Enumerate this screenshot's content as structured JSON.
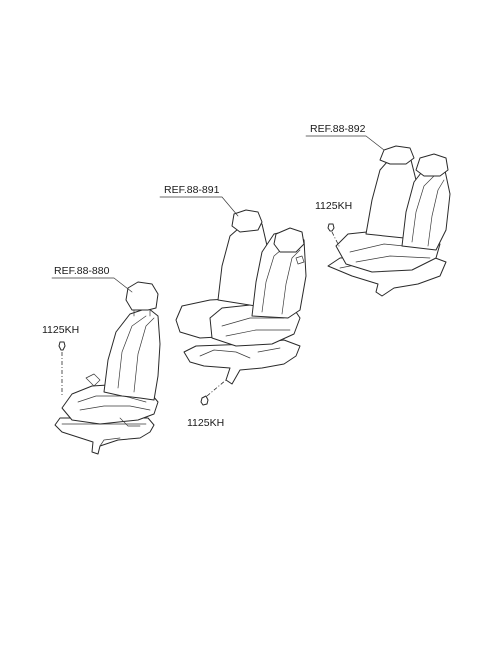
{
  "labels": {
    "ref_front_seat": "REF.88-880",
    "ref_rear_seat_2nd": "REF.88-891",
    "ref_rear_seat_3rd": "REF.88-892",
    "bolt_front": "1125KH",
    "bolt_middle": "1125KH",
    "bolt_rear": "1125KH"
  },
  "colors": {
    "line": "#2a2a2a",
    "background": "#ffffff"
  },
  "icons": {
    "bolt": "bolt-icon"
  }
}
